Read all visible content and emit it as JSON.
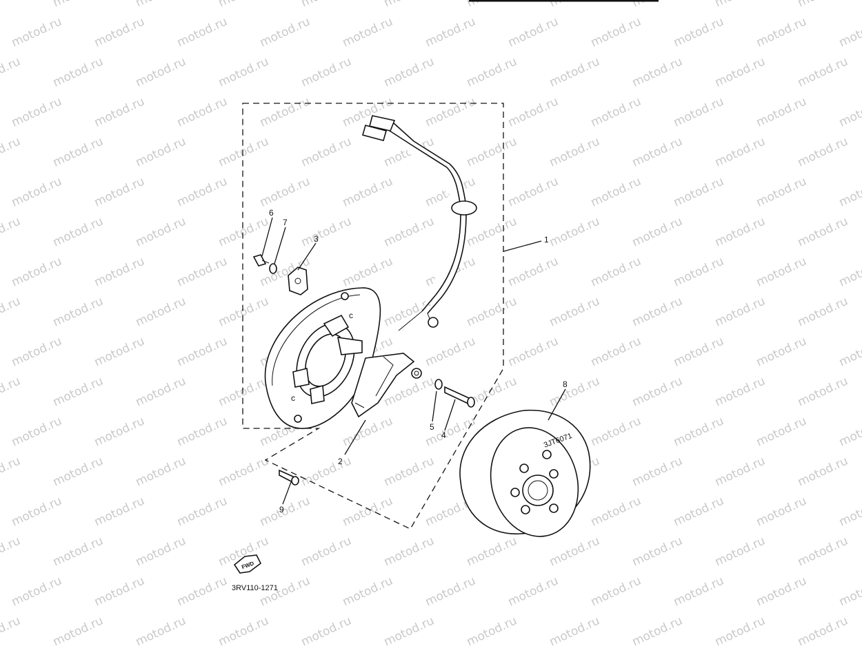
{
  "watermark": "motod.ru",
  "callouts": {
    "c1": "1",
    "c2": "2",
    "c3": "3",
    "c4": "4",
    "c5": "5",
    "c6": "6",
    "c7": "7",
    "c8": "8",
    "c9": "9"
  },
  "fwd_label": "FWD",
  "rotor_stamp": "3JT6071",
  "diagram_code": "3RV110-1271",
  "colors": {
    "line": "#111111",
    "watermark": "#c9c9c9",
    "background": "#ffffff"
  },
  "icons": {
    "forward_arrow": "fwd-arrow-icon"
  }
}
